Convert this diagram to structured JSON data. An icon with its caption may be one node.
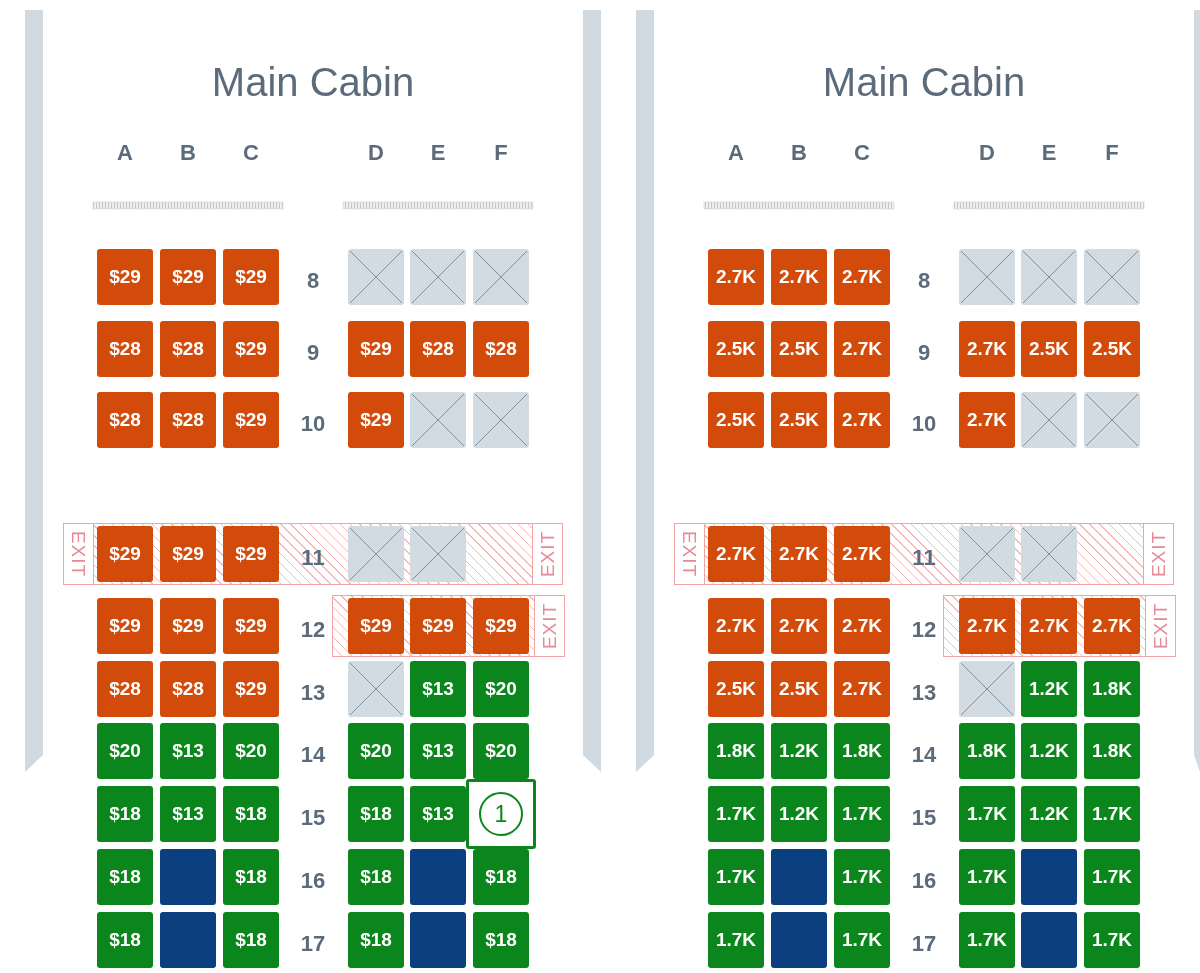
{
  "diagram": {
    "nodes": [
      {
        "text": [
          "$29"
        ]
      },
      {
        "text": [
          "$29"
        ]
      },
      {
        "text": [
          "$29"
        ]
      },
      {
        "text": [],
        "shape": "box"
      },
      {
        "text": [],
        "shape": "box"
      },
      {
        "text": [],
        "shape": "box"
      },
      {
        "text": [
          "$28"
        ]
      },
      {
        "text": [
          "$28"
        ]
      },
      {
        "text": [
          "$29"
        ]
      },
      {
        "text": [
          "$29"
        ]
      },
      {
        "text": [
          "$28"
        ]
      },
      {
        "text": [
          "$28"
        ]
      },
      {
        "text": [
          "$28"
        ]
      },
      {
        "text": [
          "$28"
        ]
      },
      {
        "text": [
          "$29"
        ]
      },
      {
        "text": [
          "$29"
        ]
      },
      {
        "text": [],
        "shape": "box"
      },
      {
        "text": [],
        "shape": "box"
      },
      {
        "text": [
          "EXIT",
          "EXIT"
        ]
      },
      {
        "text": [
          "$29"
        ],
        "in": 18
      },
      {
        "text": [
          "$29"
        ],
        "in": 18
      },
      {
        "text": [
          "$29"
        ],
        "in": 18
      },
      {
        "text": [],
        "shape": "box",
        "in": 18
      },
      {
        "text": [],
        "shape": "box",
        "in": 18
      },
      {
        "text": [
          "$29"
        ]
      },
      {
        "text": [
          "$29"
        ]
      },
      {
        "text": [
          "$29"
        ]
      },
      {
        "text": [
          "EXIT"
        ]
      },
      {
        "text": [
          "$29"
        ],
        "in": 27
      },
      {
        "text": [
          "$29"
        ],
        "in": 27
      },
      {
        "text": [
          "$29"
        ],
        "in": 27
      },
      {
        "text": [
          "$28"
        ]
      },
      {
        "text": [
          "$28"
        ]
      },
      {
        "text": [
          "$29"
        ]
      },
      {
        "text": [],
        "shape": "box"
      },
      {
        "text": [
          "$13"
        ]
      },
      {
        "text": [
          "$20"
        ]
      },
      {
        "text": [
          "$20"
        ]
      },
      {
        "text": [
          "$13"
        ]
      },
      {
        "text": [
          "$20"
        ]
      },
      {
        "text": [
          "$20"
        ]
      },
      {
        "text": [
          "$13"
        ]
      },
      {
        "text": [
          "$20"
        ]
      },
      {
        "text": [
          "$18"
        ]
      },
      {
        "text": [
          "$13"
        ]
      },
      {
        "text": [
          "$18"
        ]
      },
      {
        "text": [
          "$18"
        ]
      },
      {
        "text": [
          "$13"
        ]
      },
      {
        "text": [
          "1"
        ]
      },
      {
        "text": [
          "$18"
        ]
      },
      {
        "text": [],
        "shape": "box"
      },
      {
        "text": [
          "$18"
        ]
      },
      {
        "text": [
          "$18"
        ]
      },
      {
        "text": [],
        "shape": "box"
      },
      {
        "text": [
          "$18"
        ]
      },
      {
        "text": [
          "$18"
        ]
      },
      {
        "text": [],
        "shape": "box"
      },
      {
        "text": [
          "$18"
        ]
      },
      {
        "text": [
          "$18"
        ]
      },
      {
        "text": [],
        "shape": "box"
      },
      {
        "text": [
          "$18"
        ]
      },
      {
        "text": [
          "2.7K"
        ]
      },
      {
        "text": [
          "2.7K"
        ]
      },
      {
        "text": [
          "2.7K"
        ]
      },
      {
        "text": [],
        "shape": "box"
      },
      {
        "text": [],
        "shape": "box"
      },
      {
        "text": [],
        "shape": "box"
      },
      {
        "text": [
          "2.5K"
        ]
      },
      {
        "text": [
          "2.5K"
        ]
      },
      {
        "text": [
          "2.7K"
        ]
      },
      {
        "text": [
          "2.7K"
        ]
      },
      {
        "text": [
          "2.5K"
        ]
      },
      {
        "text": [
          "2.5K"
        ]
      },
      {
        "text": [
          "2.5K"
        ]
      },
      {
        "text": [
          "2.5K"
        ]
      },
      {
        "text": [
          "2.7K"
        ]
      },
      {
        "text": [
          "2.7K"
        ]
      },
      {
        "text": [],
        "shape": "box"
      },
      {
        "text": [],
        "shape": "box"
      },
      {
        "text": [
          "EXIT",
          "EXIT"
        ]
      },
      {
        "text": [
          "2.7K"
        ],
        "in": 79
      },
      {
        "text": [
          "2.7K"
        ],
        "in": 79
      },
      {
        "text": [
          "2.7K"
        ],
        "in": 79
      },
      {
        "text": [],
        "shape": "box",
        "in": 79
      },
      {
        "text": [],
        "shape": "box",
        "in": 79
      },
      {
        "text": [
          "2.7K"
        ]
      },
      {
        "text": [
          "2.7K"
        ]
      },
      {
        "text": [
          "2.7K"
        ]
      },
      {
        "text": [
          "EXIT"
        ]
      },
      {
        "text": [
          "2.7K"
        ],
        "in": 88
      },
      {
        "text": [
          "2.7K"
        ],
        "in": 88
      },
      {
        "text": [
          "2.7K"
        ],
        "in": 88
      },
      {
        "text": [
          "2.5K"
        ]
      },
      {
        "text": [
          "2.5K"
        ]
      },
      {
        "text": [
          "2.7K"
        ]
      },
      {
        "text": [],
        "shape": "box"
      },
      {
        "text": [
          "1.2K"
        ]
      },
      {
        "text": [
          "1.8K"
        ]
      },
      {
        "text": [
          "1.8K"
        ]
      },
      {
        "text": [
          "1.2K"
        ]
      },
      {
        "text": [
          "1.8K"
        ]
      },
      {
        "text": [
          "1.8K"
        ]
      },
      {
        "text": [
          "1.2K"
        ]
      },
      {
        "text": [
          "1.8K"
        ]
      },
      {
        "text": [
          "1.7K"
        ]
      },
      {
        "text": [
          "1.2K"
        ]
      },
      {
        "text": [
          "1.7K"
        ]
      },
      {
        "text": [
          "1.7K"
        ]
      },
      {
        "text": [
          "1.2K"
        ]
      },
      {
        "text": [
          "1.7K"
        ]
      },
      {
        "text": [
          "1.7K"
        ]
      },
      {
        "text": [],
        "shape": "box"
      },
      {
        "text": [
          "1.7K"
        ]
      },
      {
        "text": [
          "1.7K"
        ]
      },
      {
        "text": [],
        "shape": "box"
      },
      {
        "text": [
          "1.7K"
        ]
      },
      {
        "text": [
          "1.7K"
        ]
      },
      {
        "text": [],
        "shape": "box"
      },
      {
        "text": [
          "1.7K"
        ]
      },
      {
        "text": [
          "1.7K"
        ]
      },
      {
        "text": [],
        "shape": "box"
      },
      {
        "text": [
          "1.7K"
        ]
      }
    ],
    "labels": [
      "Main Cabin",
      "A",
      "B",
      "C",
      "D",
      "E",
      "F",
      "8",
      "9",
      "10",
      "11",
      "12",
      "13",
      "14",
      "15",
      "16",
      "17",
      "Main Cabin",
      "A",
      "B",
      "C",
      "D",
      "E",
      "F",
      "8",
      "9",
      "10",
      "11",
      "12",
      "13",
      "14",
      "15",
      "16",
      "17"
    ]
  }
}
